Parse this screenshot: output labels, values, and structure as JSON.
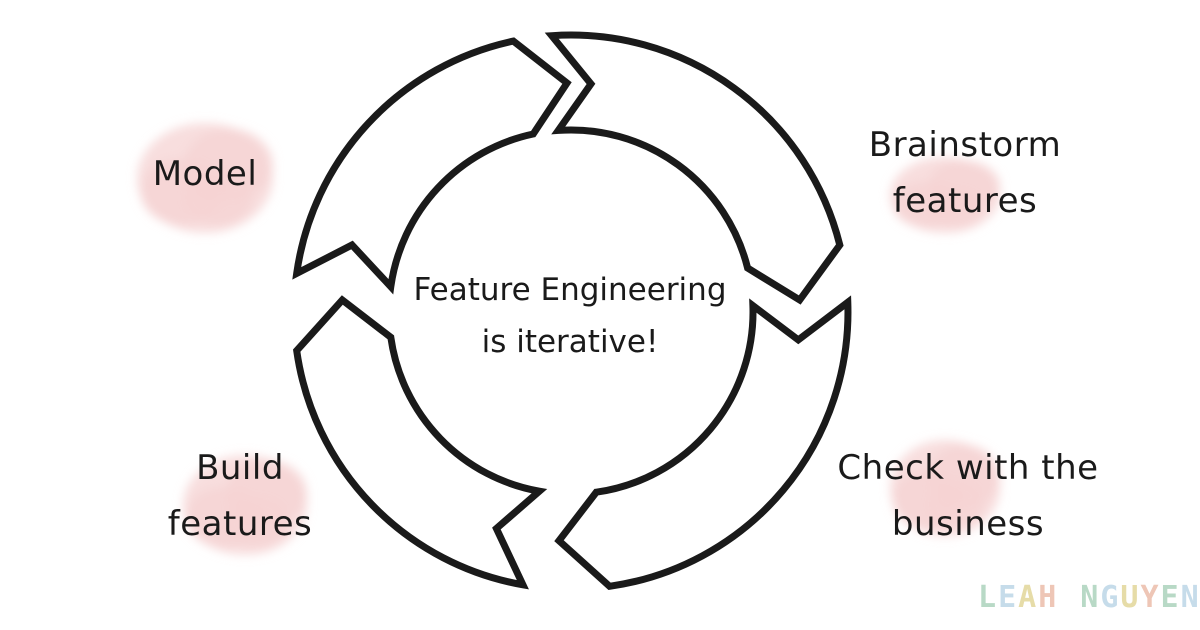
{
  "center": {
    "line1": "Feature Engineering",
    "line2": "is iterative!"
  },
  "steps": [
    {
      "id": "brainstorm",
      "line1": "Brainstorm",
      "line2": "features"
    },
    {
      "id": "check",
      "line1": "Check with the",
      "line2": "business"
    },
    {
      "id": "build",
      "line1": "Build",
      "line2": "features"
    },
    {
      "id": "model",
      "line1": "Model",
      "line2": ""
    }
  ],
  "signature": {
    "word1": "LEAH",
    "word2": "NGUYEN"
  },
  "colors": {
    "outline": "#1a1a1a",
    "blob": "#f6d3d3",
    "text": "#1a1a1a",
    "signature": [
      "#b8d9c6",
      "#c6dcea",
      "#e6dca8",
      "#eec6b6"
    ]
  }
}
